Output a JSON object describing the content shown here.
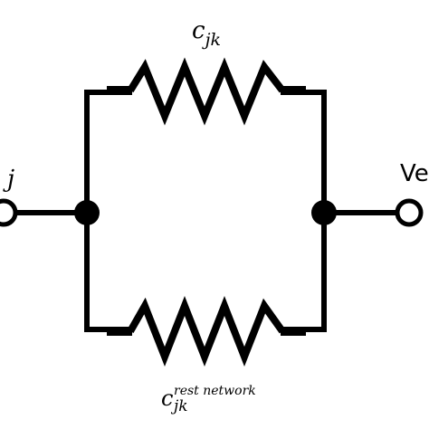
{
  "labels": {
    "top_resistor_main": "c",
    "top_resistor_sub": "jk",
    "bottom_resistor_main": "c",
    "bottom_resistor_sub": "jk",
    "bottom_resistor_sup": "rest network",
    "left_node": "j",
    "right_node": "Ve"
  },
  "colors": {
    "wire": "#000000",
    "background": "#ffffff",
    "open_terminal_fill": "#ffffff"
  }
}
